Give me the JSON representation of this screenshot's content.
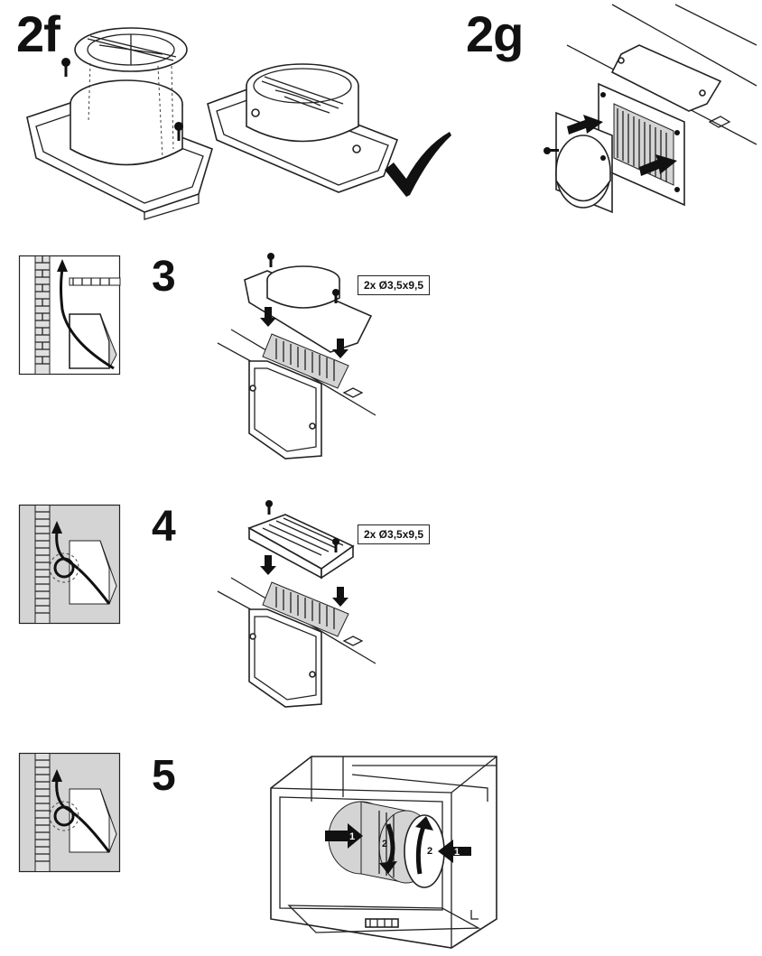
{
  "steps": {
    "s2f": "2f",
    "s2g": "2g",
    "s3": "3",
    "s4": "4",
    "s5": "5"
  },
  "screws": {
    "spec3": "2x Ø3,5x9,5",
    "spec4": "2x Ø3,5x9,5"
  },
  "arrow_marks": {
    "m1a": "1",
    "m2a": "2",
    "m2b": "2",
    "m1b": "1"
  },
  "icons": [
    "check-icon",
    "screw-icon",
    "brick-wall-icon",
    "airflow-arrow-icon",
    "push-arrow-icon",
    "rotate-arrow-icon"
  ]
}
